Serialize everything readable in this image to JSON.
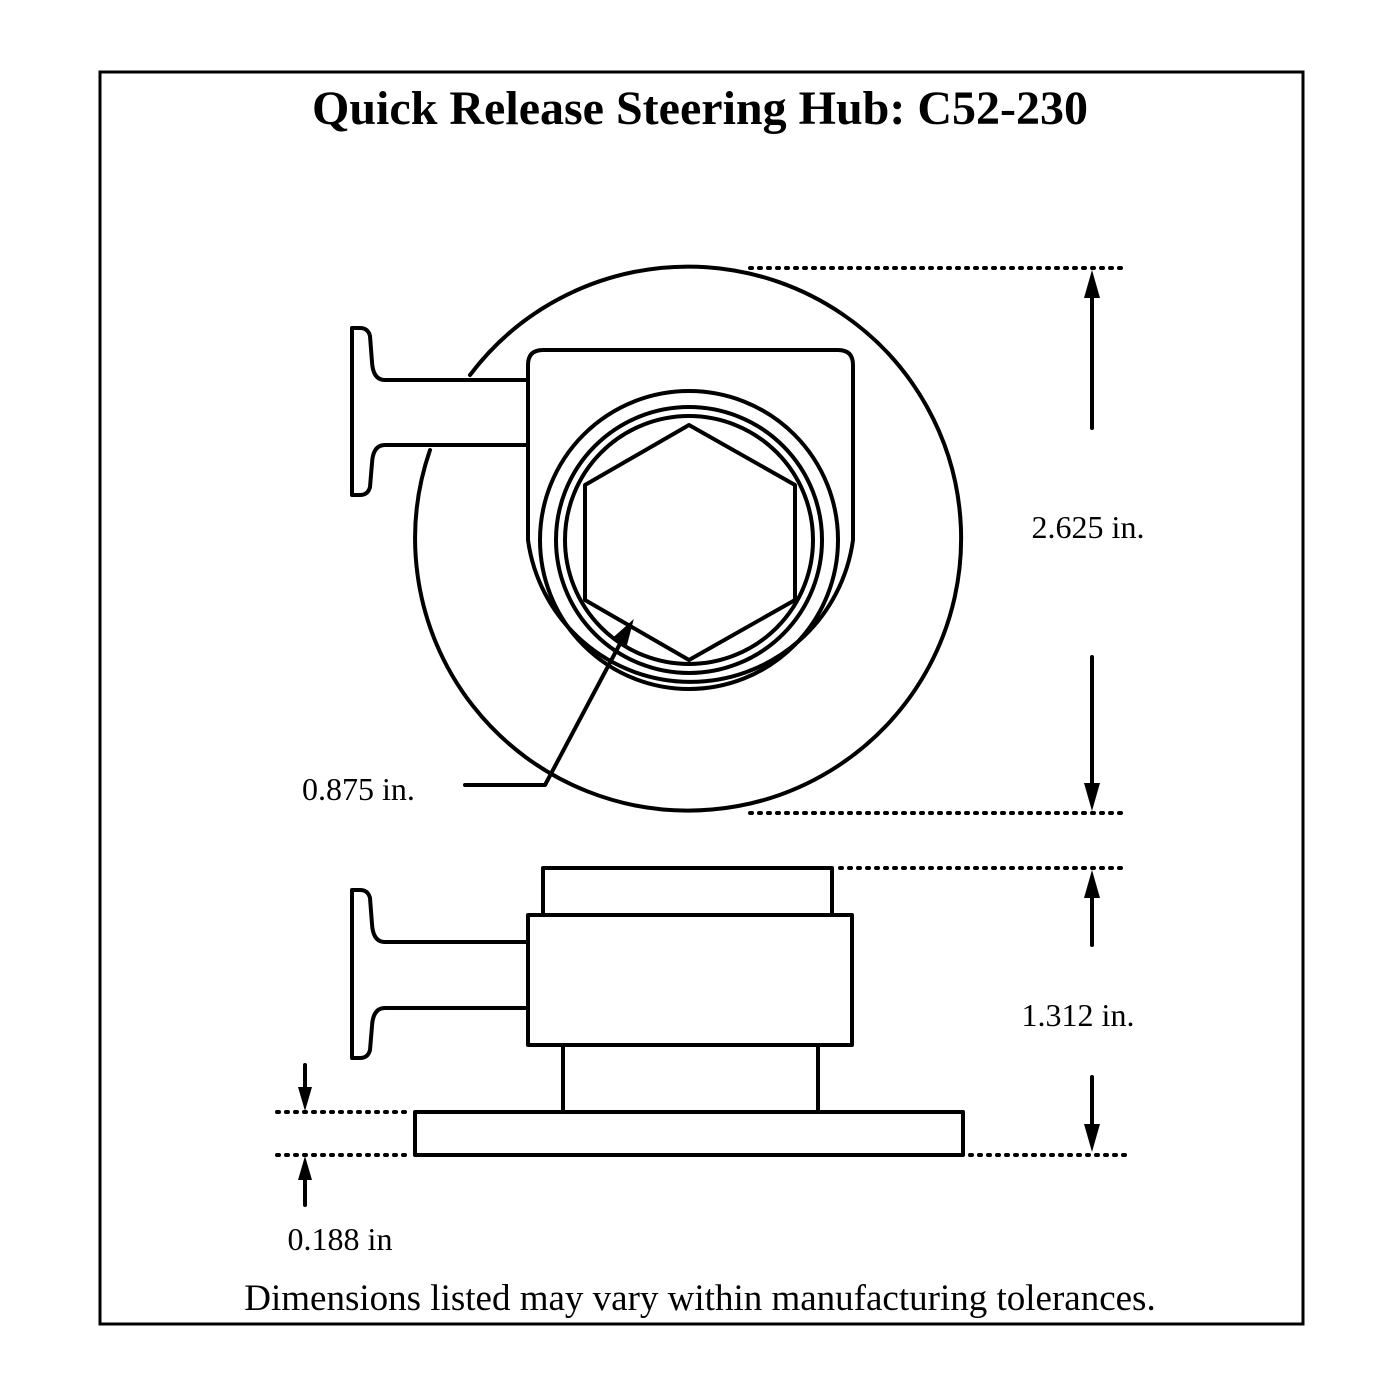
{
  "title": "Quick Release Steering Hub: C52-230",
  "dimensions": {
    "outer_diameter": "2.625 in.",
    "hex_size": "0.875 in.",
    "height": "1.312 in.",
    "plate_thickness": "0.188 in"
  },
  "footnote": "Dimensions listed may vary within manufacturing tolerances."
}
